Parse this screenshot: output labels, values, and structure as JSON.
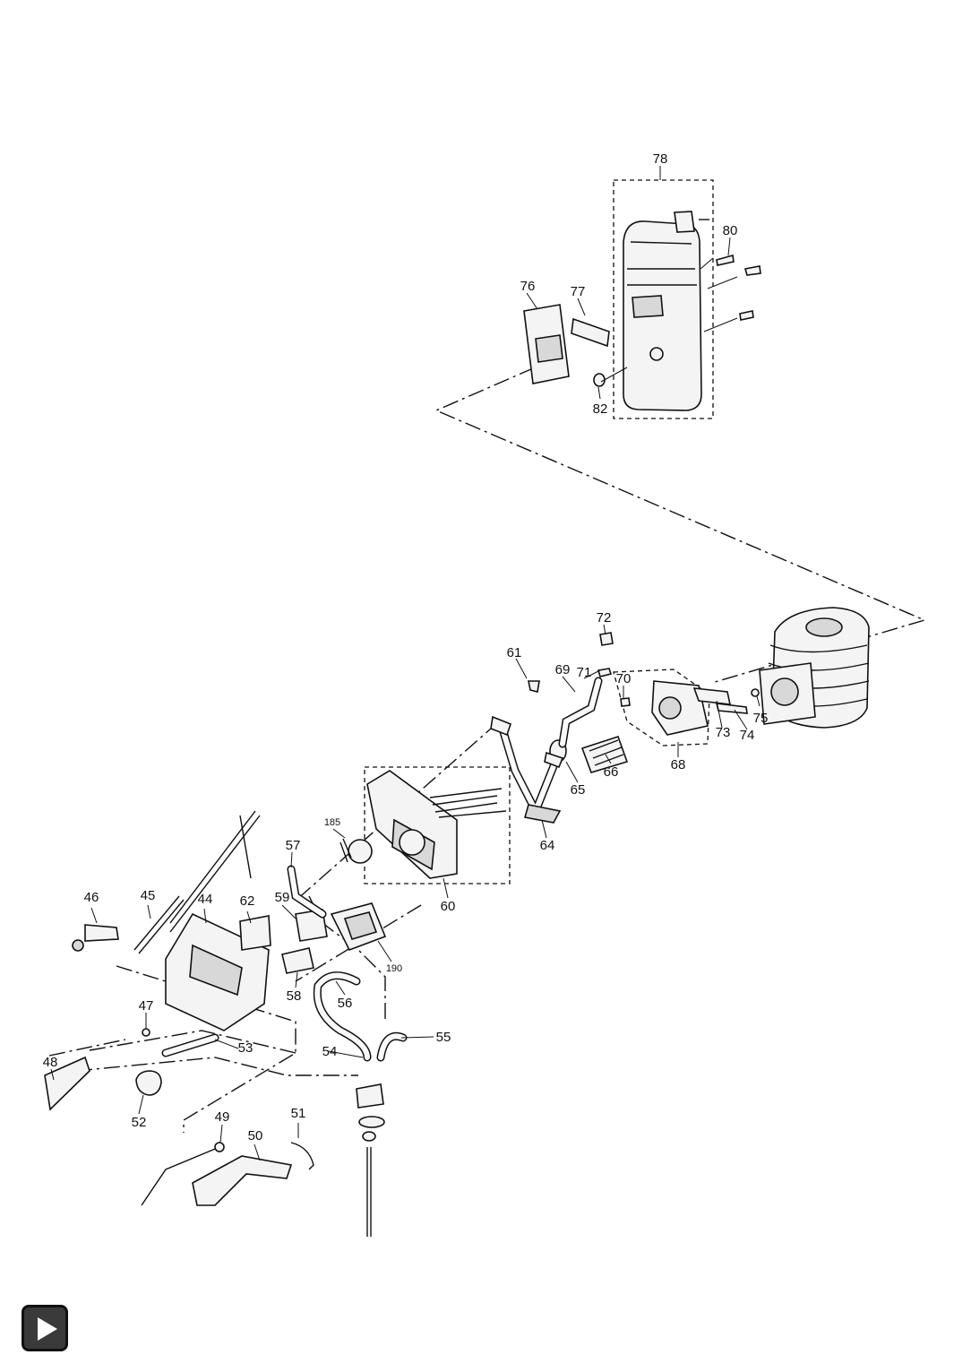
{
  "labels": {
    "l44": "44",
    "l45": "45",
    "l46": "46",
    "l47": "47",
    "l48": "48",
    "l49": "49",
    "l50": "50",
    "l51": "51",
    "l52": "52",
    "l53": "53",
    "l54": "54",
    "l55": "55",
    "l56": "56",
    "l57": "57",
    "l58": "58",
    "l59": "59",
    "l60": "60",
    "l61": "61",
    "l62": "62",
    "l64": "64",
    "l65": "65",
    "l66": "66",
    "l68": "68",
    "l69": "69",
    "l70": "70",
    "l71": "71",
    "l72": "72",
    "l73": "73",
    "l74": "74",
    "l75": "75",
    "l76": "76",
    "l77": "77",
    "l78": "78",
    "l80": "80",
    "l82": "82",
    "l185": "185",
    "l190": "190"
  },
  "navigation": {
    "play_icon": "play-icon"
  }
}
